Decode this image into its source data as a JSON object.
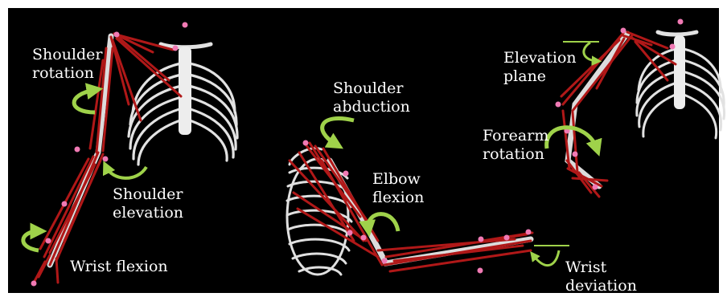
{
  "colors": {
    "background": "#000000",
    "muscle": "#b01818",
    "bone": "#e6e6e6",
    "marker": "#f07ab4",
    "arrow": "#9fd24a",
    "label_text": "#ffffff"
  },
  "labels": {
    "shoulder_rotation": [
      "Shoulder",
      "rotation"
    ],
    "shoulder_elevation": [
      "Shoulder",
      "elevation"
    ],
    "wrist_flexion": [
      "Wrist flexion"
    ],
    "shoulder_abduction": [
      "Shoulder",
      "abduction"
    ],
    "elbow_flexion": [
      "Elbow",
      "flexion"
    ],
    "wrist_deviation": [
      "Wrist",
      "deviation"
    ],
    "elevation_plane": [
      "Elevation",
      "plane"
    ],
    "forearm_rotation": [
      "Forearm",
      "rotation"
    ]
  },
  "icons": {
    "rotation_arrow": "curved-arrow-icon",
    "marker": "marker-dot-icon",
    "ribcage": "ribcage-icon",
    "arm": "arm-model-icon"
  }
}
